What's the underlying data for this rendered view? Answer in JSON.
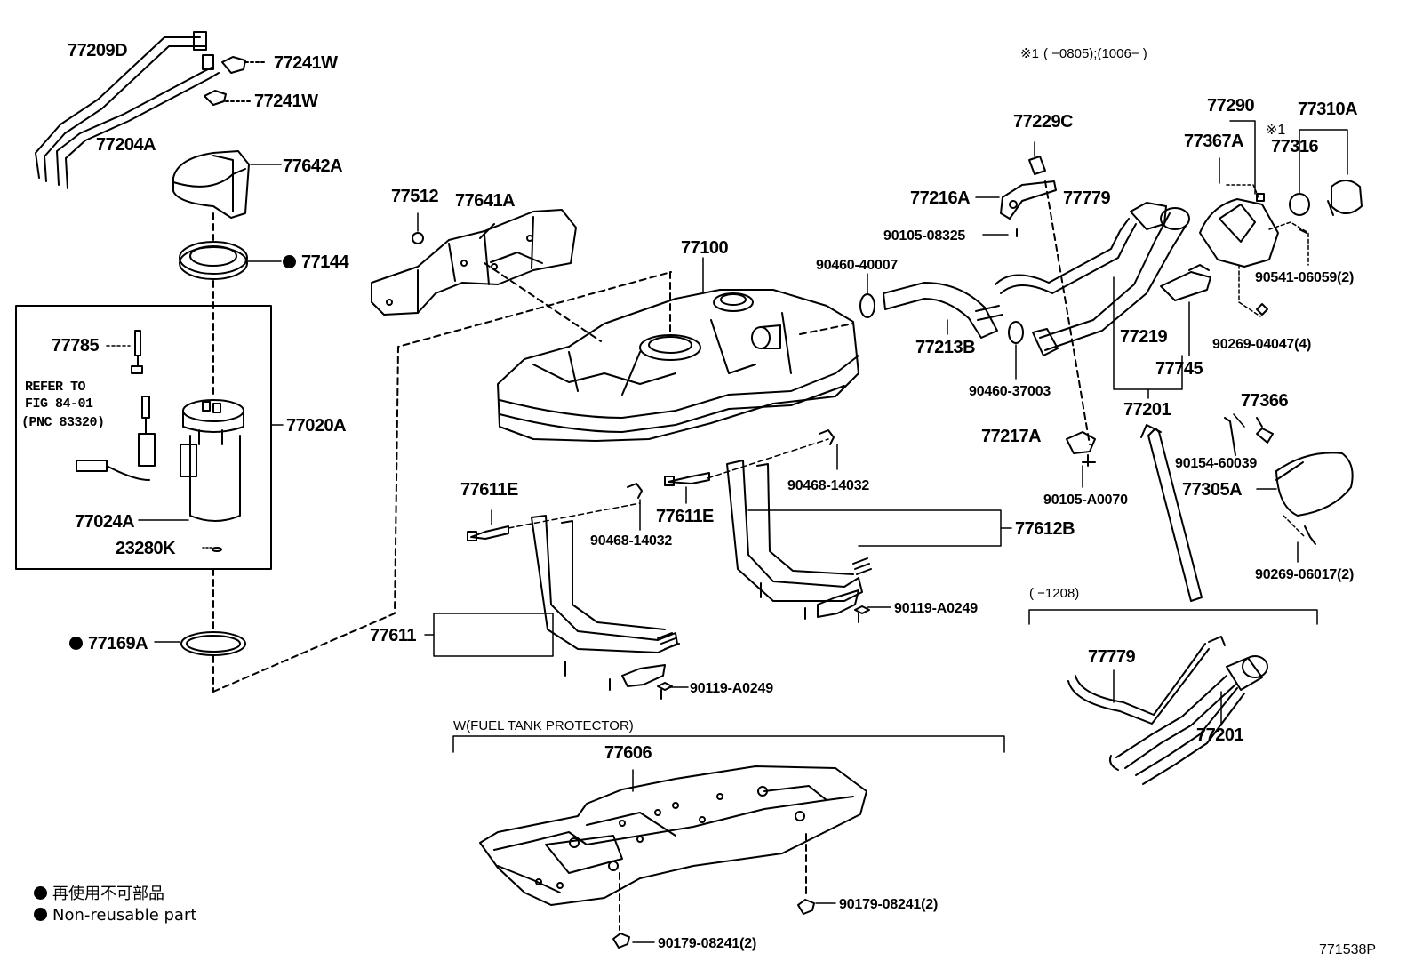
{
  "note": {
    "symbol": "※1",
    "range": "( −0805);(1006− )"
  },
  "parts": {
    "p77209D": "77209D",
    "p77241W_a": "77241W",
    "p77241W_b": "77241W",
    "p77204A": "77204A",
    "p77642A": "77642A",
    "p77144": "77144",
    "p77785": "77785",
    "refer_line1": "REFER TO",
    "refer_line2": "FIG 84-01",
    "refer_line3": "(PNC 83320)",
    "p77020A": "77020A",
    "p77024A": "77024A",
    "p23280K": "23280K",
    "p77169A": "77169A",
    "p77512": "77512",
    "p77641A": "77641A",
    "p77100": "77100",
    "p90460_40007": "90460-40007",
    "p77213B": "77213B",
    "p90460_37003": "90460-37003",
    "p77229C": "77229C",
    "p77216A": "77216A",
    "p90105_08325": "90105-08325",
    "p77779_top": "77779",
    "p77290": "77290",
    "p77310A": "77310A",
    "p77367A": "77367A",
    "note_ref": "※1",
    "p77316": "77316",
    "p90541_06059": "90541-06059(2)",
    "p90269_04047": "90269-04047(4)",
    "p77219": "77219",
    "p77745": "77745",
    "p77201_top": "77201",
    "p77366": "77366",
    "p90154_60039": "90154-60039",
    "p77305A": "77305A",
    "p90269_06017": "90269-06017(2)",
    "p77217A": "77217A",
    "p90105_A0070": "90105-A0070",
    "p77611E_a": "77611E",
    "p77611E_b": "77611E",
    "p90468_14032_a": "90468-14032",
    "p90468_14032_b": "90468-14032",
    "p77612B": "77612B",
    "p90119_A0249_a": "90119-A0249",
    "p77611": "77611",
    "p90119_A0249_b": "90119-A0249",
    "range_1208": "( −1208)",
    "p77779_bottom": "77779",
    "p77201_bottom": "77201",
    "protector_title": "W(FUEL TANK PROTECTOR)",
    "p77606": "77606",
    "p90179_08241_a": "90179-08241(2)",
    "p90179_08241_b": "90179-08241(2)"
  },
  "legend": {
    "jp": "再使用不可部品",
    "en": "Non-reusable part"
  },
  "figure_code": "771538P"
}
